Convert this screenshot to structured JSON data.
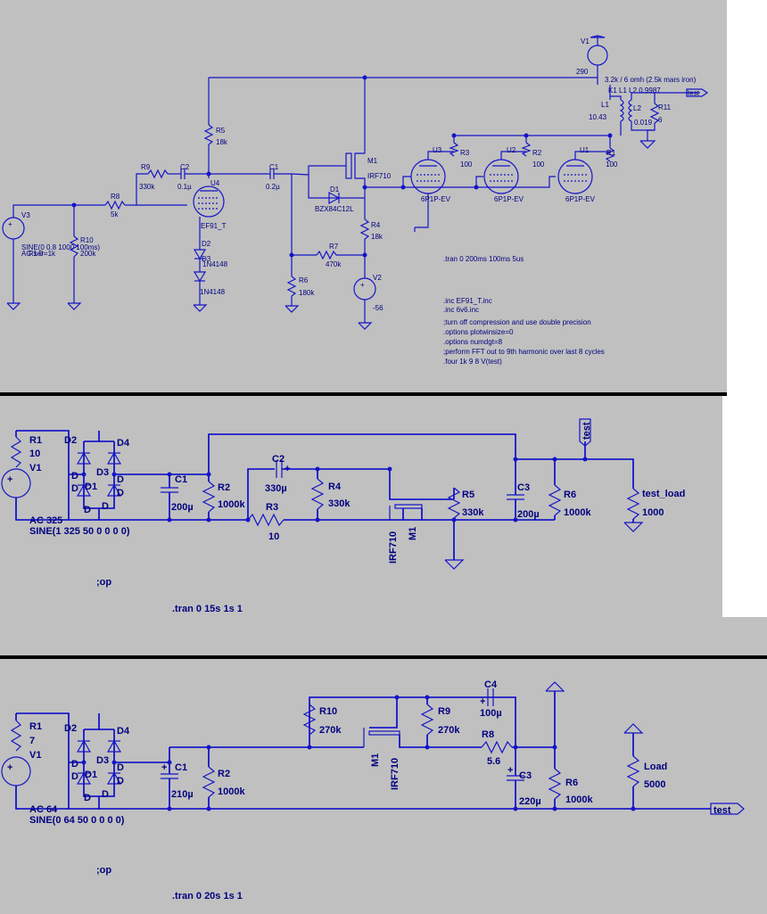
{
  "background": {
    "panel": "#c0c0c0",
    "page": "#ffffff",
    "wire": "#1414c8",
    "text": "#000080"
  },
  "schematic1": {
    "V1": {
      "name": "V1",
      "value": "290"
    },
    "transformer": {
      "desc": "3.2k / 6 omh (2.5k mars iron)",
      "coupling": "K1 L1 L2 0.9987",
      "L1": "L1",
      "L1_value": "10.43",
      "L2": "L2",
      "L2_value": "0.019"
    },
    "R11": {
      "name": "R11",
      "value": "6"
    },
    "flag_test": "test",
    "R5": {
      "name": "R5",
      "value": "18k"
    },
    "M1": {
      "name": "M1",
      "value": "IRF710"
    },
    "U3": {
      "name": "U3",
      "value": "6P1P-EV"
    },
    "U2": {
      "name": "U2",
      "value": "6P1P-EV"
    },
    "U1": {
      "name": "U1",
      "value": "6P1P-EV"
    },
    "R3": {
      "name": "R3",
      "value": "100"
    },
    "R2": {
      "name": "R2",
      "value": "100"
    },
    "R1": {
      "name": "R1",
      "value": "100"
    },
    "R9": {
      "name": "R9",
      "value": "330k"
    },
    "C2": {
      "name": "C2",
      "value": "0.1µ"
    },
    "U4": {
      "name": "U4",
      "value": "EF91_T"
    },
    "C1": {
      "name": "C1",
      "value": "0.2µ"
    },
    "D1": {
      "name": "D1",
      "value": "BZX84C12L"
    },
    "R8": {
      "name": "R8",
      "value": "5k"
    },
    "V3": {
      "name": "V3",
      "value": "SINE(0 0.8 1000 100ms)",
      "ac": "AC 1 0",
      "rser": "Rser=1k"
    },
    "R10": {
      "name": "R10",
      "value": "200k"
    },
    "D2": {
      "name": "D2",
      "value": "1N4148"
    },
    "D3": {
      "name": "D3",
      "value": "1N4148"
    },
    "R4": {
      "name": "R4",
      "value": "18k"
    },
    "R7": {
      "name": "R7",
      "value": "470k"
    },
    "R6": {
      "name": "R6",
      "value": "180k"
    },
    "V2": {
      "name": "V2",
      "value": "-56"
    },
    "tran": ".tran 0 200ms 100ms 5us",
    "directives": [
      ".inc EF91_T.inc",
      ".inc 6v6.inc",
      ";turn off compression and use double precision",
      ".options plotwinsize=0",
      ".options numdgt=8",
      ";perform FFT out to 9th harmonic over last 8 cycles",
      ".four 1k 9 8 V(test)"
    ]
  },
  "schematic2": {
    "R1": {
      "name": "R1",
      "value": "10"
    },
    "V1": {
      "name": "V1",
      "ac": "AC 325",
      "value": "SINE(1 325 50 0 0 0 0)"
    },
    "D2": "D2",
    "D4": "D4",
    "D1": "D1",
    "D3": "D3",
    "Dmodel": "D",
    "C1": {
      "name": "C1",
      "value": "200µ"
    },
    "R2": {
      "name": "R2",
      "value": "1000k"
    },
    "C2": {
      "name": "C2",
      "value": "330µ"
    },
    "R4": {
      "name": "R4",
      "value": "330k"
    },
    "R3": {
      "name": "R3",
      "value": "10"
    },
    "M1": {
      "name": "M1",
      "value": "IRF710"
    },
    "R5": {
      "name": "R5",
      "value": "330k"
    },
    "C3": {
      "name": "C3",
      "value": "200µ"
    },
    "R6": {
      "name": "R6",
      "value": "1000k"
    },
    "flag_test": "test",
    "load": {
      "name": "test_load",
      "value": "1000"
    },
    "op": ";op",
    "tran": ".tran 0 15s 1s 1"
  },
  "schematic3": {
    "R1": {
      "name": "R1",
      "value": "7"
    },
    "V1": {
      "name": "V1",
      "ac": "AC 64",
      "value": "SINE(0 64 50 0 0 0 0)"
    },
    "D2": "D2",
    "D4": "D4",
    "D1": "D1",
    "D3": "D3",
    "Dmodel": "D",
    "C1": {
      "name": "C1",
      "value": "210µ"
    },
    "R2": {
      "name": "R2",
      "value": "1000k"
    },
    "R10": {
      "name": "R10",
      "value": "270k"
    },
    "M1": {
      "name": "M1",
      "value": "IRF710"
    },
    "R9": {
      "name": "R9",
      "value": "270k"
    },
    "C4": {
      "name": "C4",
      "value": "100µ"
    },
    "R8": {
      "name": "R8",
      "value": "5.6"
    },
    "C3": {
      "name": "C3",
      "value": "220µ"
    },
    "R6": {
      "name": "R6",
      "value": "1000k"
    },
    "load": {
      "name": "Load",
      "value": "5000"
    },
    "flag_test": "test",
    "op": ";op",
    "tran": ".tran 0 20s 1s 1"
  }
}
